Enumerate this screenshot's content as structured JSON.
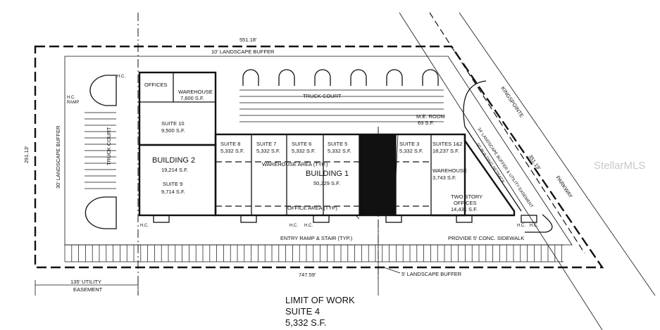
{
  "dimensions": {
    "top": "551.18'",
    "bottom": "747.59'",
    "left": "291.13'",
    "right": "351.19'"
  },
  "buffers": {
    "top": "10' LANDSCAPE BUFFER",
    "left": "30' LANDSCAPE BUFFER",
    "right": "34' LANDSCAPE BUFFER & UTILITY EASEMENT",
    "bottom": "5' LANDSCAPE BUFFER"
  },
  "easement": {
    "line1": "135' UTILITY",
    "line2": "EASEMENT"
  },
  "road": {
    "line1": "KINGSPOINTE",
    "line2": "PARKWAY"
  },
  "setback": "50' BUILDING SETBACK",
  "truck_court_top": "TRUCK COURT",
  "truck_court_left": "TRUCK COURT",
  "mechanical_room": {
    "name": "M.E. ROOM",
    "area": "63 S.F."
  },
  "building2": {
    "name": "BUILDING 2",
    "area": "19,214 S.F.",
    "offices": "OFFICES",
    "warehouse": {
      "name": "WAREHOUSE",
      "area": "7,600 S.F."
    },
    "suite10": {
      "name": "SUITE 10",
      "area": "9,500 S.F."
    },
    "suite9": {
      "name": "SUITE 9",
      "area": "9,714 S.F."
    }
  },
  "building1": {
    "name": "BUILDING 1",
    "area": "50,229 S.F.",
    "warehouse_area": "WAREHOUSE AREA (TYP.)",
    "office_area": "OFFICE AREA (TYP)",
    "suites": [
      {
        "name": "SUITE 8",
        "area": "5,332 S.F."
      },
      {
        "name": "SUITE 7",
        "area": "5,332 S.F."
      },
      {
        "name": "SUITE 6",
        "area": "5,332 S.F."
      },
      {
        "name": "SUITE 5",
        "area": "5,332 S.F."
      },
      {
        "name": "SUITE 3",
        "area": "5,332 S.F."
      }
    ],
    "suites12": {
      "name": "SUITES 1&2",
      "area": "18,237 S.F."
    },
    "warehouse12": {
      "name": "WAREHOUSE",
      "area": "3,743 S.F."
    },
    "offices12": {
      "line1": "TWO STORY",
      "line2": "OFFICES",
      "area": "14,431 S.F."
    }
  },
  "hc_label": "H.C.",
  "hc_ramp": {
    "line1": "H.C.",
    "line2": "RAMP"
  },
  "entry_ramp": "ENTRY RAMP & STAIR (TYP.)",
  "sidewalk": "PROVIDE 5' CONC. SIDEWALK",
  "limit_of_work": {
    "line1": "LIMIT OF WORK",
    "line2": "SUITE 4",
    "line3": "5,332 S.F."
  },
  "watermark": "StellarMLS",
  "colors": {
    "line": "#111111",
    "background": "#ffffff",
    "highlight": "#111111",
    "watermark": "#c8c8c8"
  }
}
